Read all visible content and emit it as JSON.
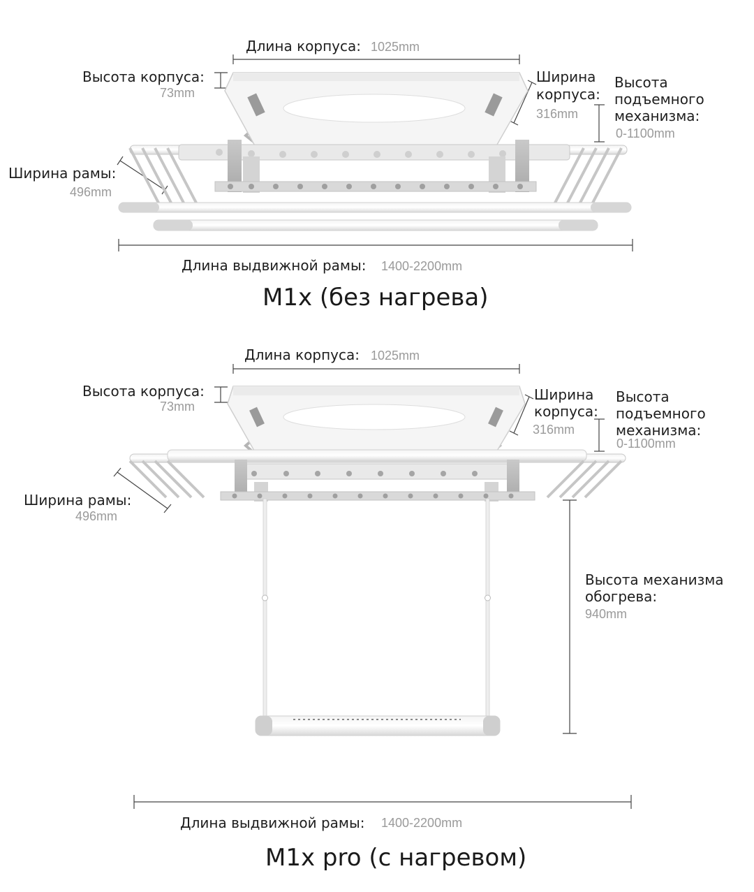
{
  "top": {
    "title": "M1x (без нагрева)",
    "body_length_label": "Длина корпуса:",
    "body_length_value": "1025mm",
    "body_height_label": "Высота корпуса:",
    "body_height_value": "73mm",
    "body_width_label_1": "Ширина",
    "body_width_label_2": "корпуса:",
    "body_width_value": "316mm",
    "lift_height_label_1": "Высота",
    "lift_height_label_2": "подъемного",
    "lift_height_label_3": "механизма:",
    "lift_height_value": "0-1100mm",
    "frame_width_label": "Ширина рамы:",
    "frame_width_value": "496mm",
    "frame_length_label": "Длина выдвижной рамы:",
    "frame_length_value": "1400-2200mm"
  },
  "bottom": {
    "title": "M1x pro (с нагревом)",
    "body_length_label": "Длина корпуса:",
    "body_length_value": "1025mm",
    "body_height_label": "Высота корпуса:",
    "body_height_value": "73mm",
    "body_width_label_1": "Ширина",
    "body_width_label_2": "корпуса:",
    "body_width_value": "316mm",
    "lift_height_label_1": "Высота",
    "lift_height_label_2": "подъемного",
    "lift_height_label_3": "механизма:",
    "lift_height_value": "0-1100mm",
    "frame_width_label": "Ширина рамы:",
    "frame_width_value": "496mm",
    "heater_height_label_1": "Высота механизма",
    "heater_height_label_2": "обогрева:",
    "heater_height_value": "940mm",
    "frame_length_label": "Длина выдвижной рамы:",
    "frame_length_value": "1400-2200mm"
  }
}
